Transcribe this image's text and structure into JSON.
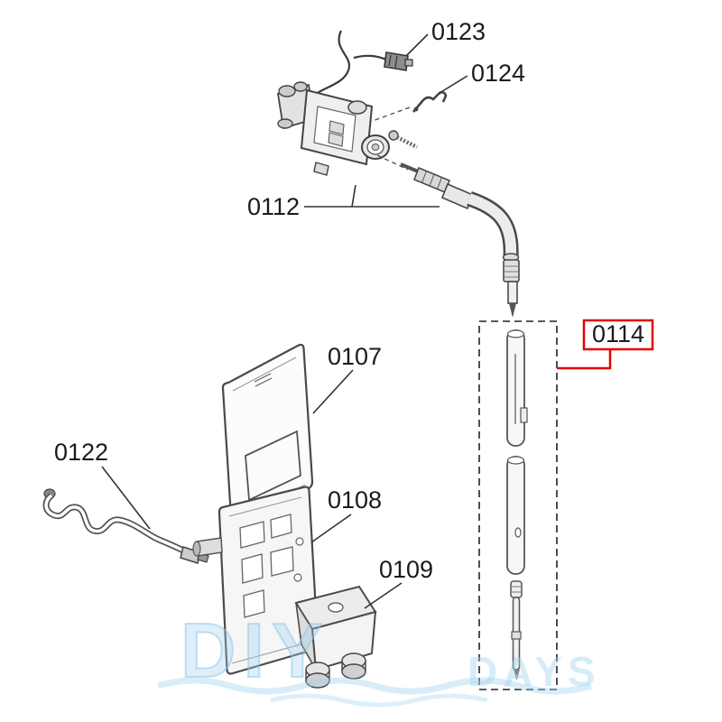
{
  "diagram": {
    "parts": {
      "p0123": {
        "label": "0123"
      },
      "p0124": {
        "label": "0124"
      },
      "p0112": {
        "label": "0112"
      },
      "p0114": {
        "label": "0114"
      },
      "p0107": {
        "label": "0107"
      },
      "p0122": {
        "label": "0122"
      },
      "p0108": {
        "label": "0108"
      },
      "p0109": {
        "label": "0109"
      }
    },
    "highlight": {
      "color": "#e60000",
      "highlighted_part": "0114"
    },
    "watermark": {
      "left": "DIY",
      "right": "DAYS",
      "color": "#a0d2f0"
    }
  }
}
